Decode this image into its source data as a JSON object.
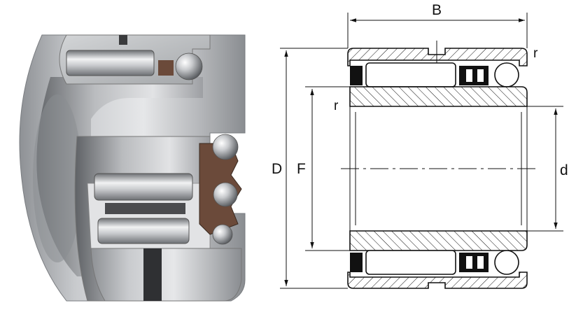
{
  "figure": {
    "view_3d": "bearing-cutaway-render",
    "view_2d": "bearing-cross-section-drawing"
  },
  "dimensions": {
    "width_label": "B",
    "outer_diameter_label": "D",
    "raceway_diameter_label": "F",
    "bore_diameter_label": "d",
    "fillet_top_label": "r",
    "fillet_inner_label": "r"
  },
  "colors": {
    "steel_light": "#d9dadc",
    "steel_mid": "#a9abae",
    "steel_dark": "#6d7074",
    "cage_brown": "#6b4a3a",
    "ink": "#111111"
  }
}
